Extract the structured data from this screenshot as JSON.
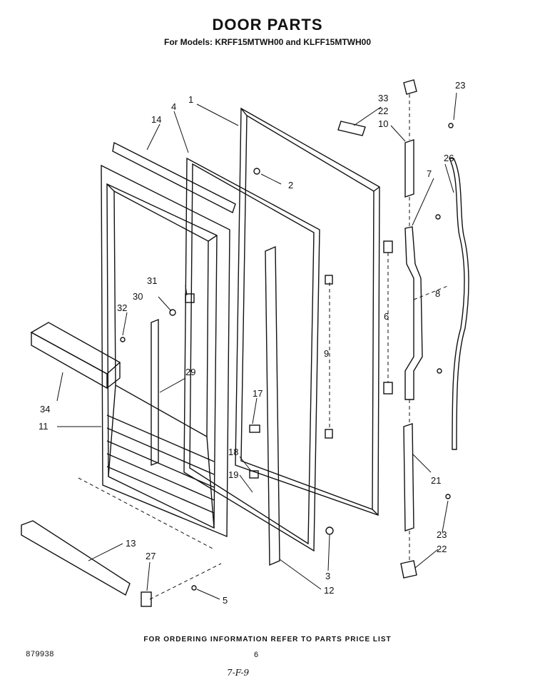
{
  "header": {
    "title": "DOOR PARTS",
    "subtitle": "For Models: KRFF15MTWH00 and KLFF15MTWH00"
  },
  "callouts": [
    "1",
    "2",
    "3",
    "4",
    "5",
    "6",
    "7",
    "8",
    "9",
    "10",
    "11",
    "12",
    "13",
    "14",
    "17",
    "18",
    "19",
    "21",
    "22",
    "22",
    "23",
    "23",
    "26",
    "27",
    "29",
    "30",
    "31",
    "32",
    "33",
    "34"
  ],
  "footer": {
    "ordering_note": "FOR ORDERING INFORMATION REFER TO PARTS PRICE LIST",
    "doc_number": "879938",
    "page_number": "6",
    "handwritten_note": "7-F-9"
  }
}
